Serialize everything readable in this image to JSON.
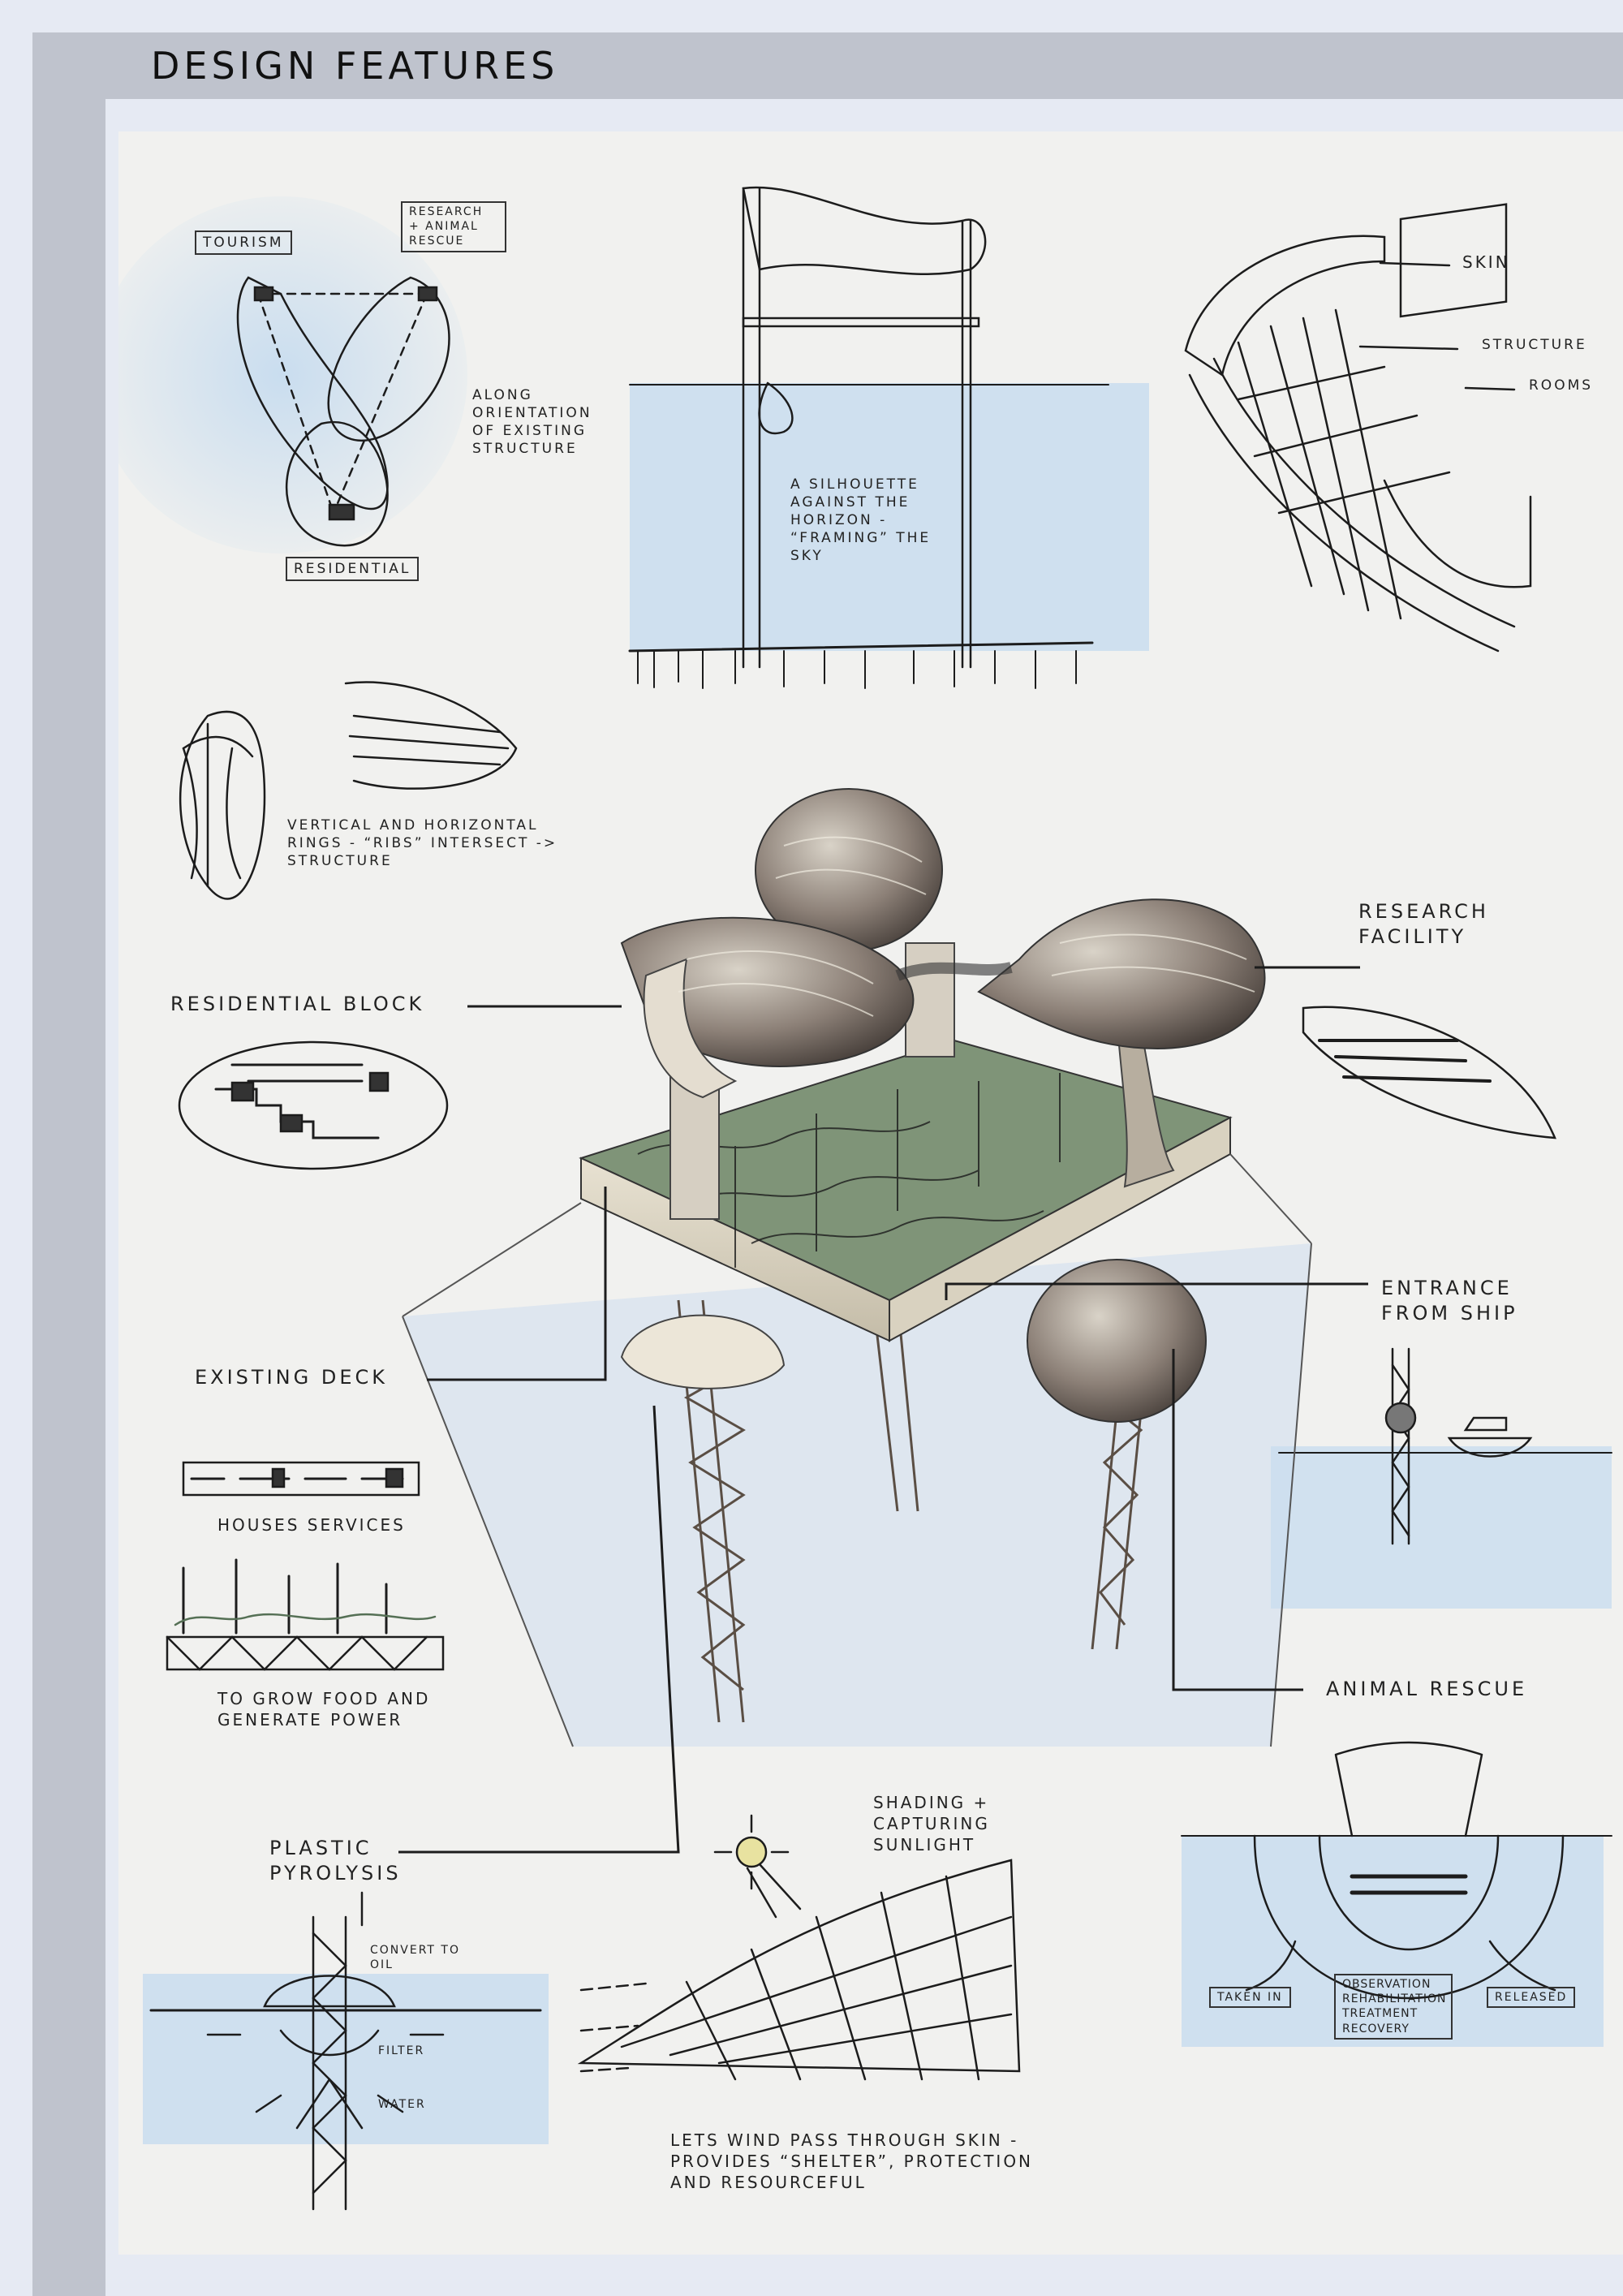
{
  "header": {
    "title": "DESIGN FEATURES"
  },
  "labels": {
    "tourism": "TOURISM",
    "research_animal_rescue": "RESEARCH + ANIMAL RESCUE",
    "residential": "RESIDENTIAL",
    "along_orientation": "ALONG ORIENTATION OF EXISTING STRUCTURE",
    "silhouette": "A SILHOUETTE AGAINST THE HORIZON - “FRAMING” THE SKY",
    "skin": "SKIN",
    "structure": "STRUCTURE",
    "rooms": "ROOMS",
    "rings": "VERTICAL AND HORIZONTAL RINGS - “RIBS” INTERSECT -> STRUCTURE",
    "residential_block": "RESIDENTIAL BLOCK",
    "research_facility": "RESEARCH FACILITY",
    "existing_deck": "EXISTING DECK",
    "entrance_from_ship": "ENTRANCE FROM SHIP",
    "houses_services": "HOUSES SERVICES",
    "grow_food": "TO GROW FOOD AND GENERATE POWER",
    "animal_rescue": "ANIMAL RESCUE",
    "plastic_pyrolysis": "PLASTIC PYROLYSIS",
    "shading": "SHADING + CAPTURING SUNLIGHT",
    "convert_to_oil": "CONVERT TO OIL",
    "filter": "FILTER",
    "water": "WATER",
    "wind": "LETS WIND PASS THROUGH SKIN - PROVIDES “SHELTER”, PROTECTION AND RESOURCEFUL",
    "taken_in": "TAKEN IN",
    "observation": "OBSERVATION REHABILITATION TREATMENT RECOVERY",
    "released": "RELEASED"
  },
  "colors": {
    "frame": "#bfc3cd",
    "sheet": "#f1f1ef",
    "water": "#cfe0f0",
    "ink": "#1c1c1c",
    "deck_green": "#6f8a6e"
  }
}
